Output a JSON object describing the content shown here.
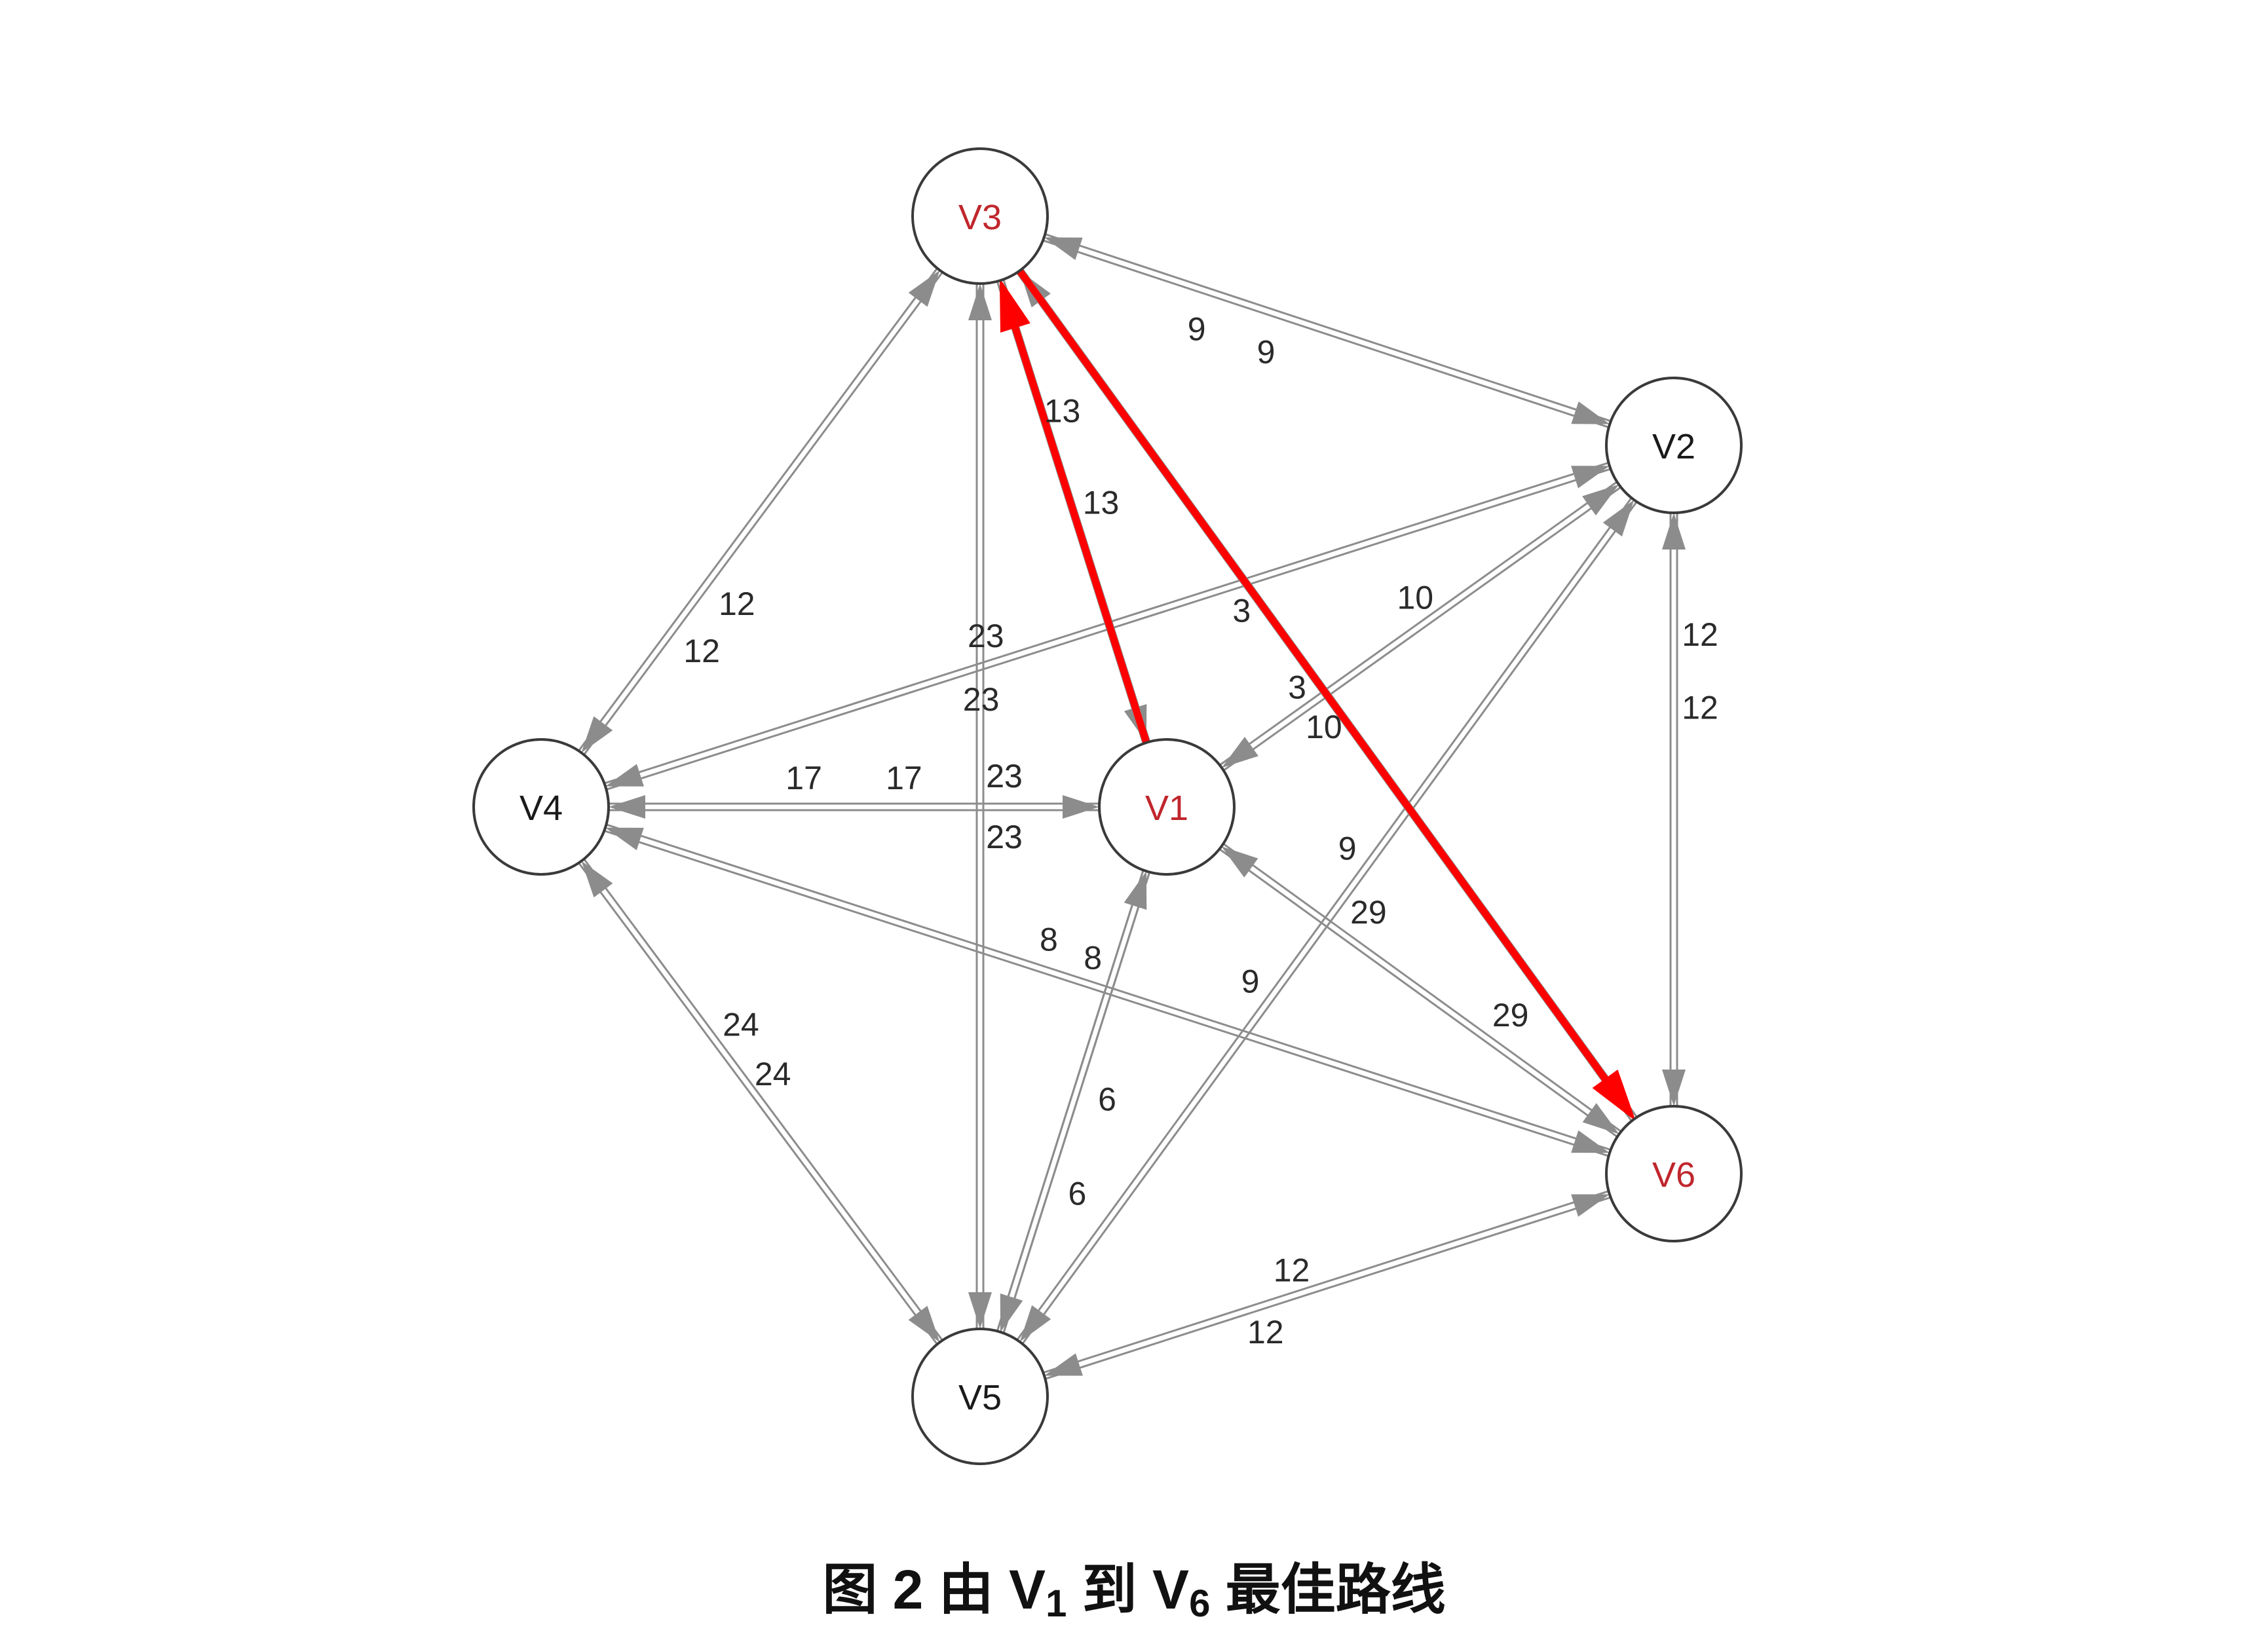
{
  "colors": {
    "edge": "#8c8c8c",
    "highlight": "#ff0000",
    "node_border": "#3a3a3a",
    "text": "#1a1a1a",
    "highlight_text": "#c0262c"
  },
  "nodes": [
    {
      "id": "V1",
      "label": "V1",
      "highlight": true
    },
    {
      "id": "V2",
      "label": "V2",
      "highlight": false
    },
    {
      "id": "V3",
      "label": "V3",
      "highlight": true
    },
    {
      "id": "V4",
      "label": "V4",
      "highlight": false
    },
    {
      "id": "V5",
      "label": "V5",
      "highlight": false
    },
    {
      "id": "V6",
      "label": "V6",
      "highlight": true
    }
  ],
  "edges": [
    {
      "a": "V3",
      "b": "V2",
      "weights": [
        "9",
        "9"
      ]
    },
    {
      "a": "V3",
      "b": "V4",
      "weights": [
        "12",
        "12"
      ]
    },
    {
      "a": "V3",
      "b": "V5",
      "weights": []
    },
    {
      "a": "V1",
      "b": "V3",
      "weights": [
        "13",
        "13"
      ],
      "highlight": true
    },
    {
      "a": "V3",
      "b": "V6",
      "weights": [
        "3",
        "3"
      ],
      "highlight": true
    },
    {
      "a": "V4",
      "b": "V2",
      "weights": [
        "23",
        "23"
      ]
    },
    {
      "a": "V4",
      "b": "V1",
      "weights": [
        "17",
        "17"
      ]
    },
    {
      "a": "V1",
      "b": "V5",
      "weights": [
        "23",
        "23"
      ]
    },
    {
      "a": "V1",
      "b": "V2",
      "weights": [
        "10",
        "10"
      ]
    },
    {
      "a": "V2",
      "b": "V6",
      "weights": [
        "12",
        "12"
      ]
    },
    {
      "a": "V2",
      "b": "V5",
      "weights": [
        "9",
        "9"
      ]
    },
    {
      "a": "V1",
      "b": "V6",
      "weights": [
        "29",
        "29"
      ]
    },
    {
      "a": "V4",
      "b": "V6",
      "weights": [
        "8",
        "8"
      ]
    },
    {
      "a": "V1",
      "b": "V5",
      "weights": [
        "6",
        "6"
      ]
    },
    {
      "a": "V4",
      "b": "V5",
      "weights": [
        "24",
        "24"
      ]
    },
    {
      "a": "V5",
      "b": "V6",
      "weights": [
        "12",
        "12"
      ]
    }
  ],
  "caption": {
    "prefix": "图 2  由 V",
    "from_sub": "1",
    "middle": " 到 V",
    "to_sub": "6",
    "suffix": " 最佳路线"
  }
}
